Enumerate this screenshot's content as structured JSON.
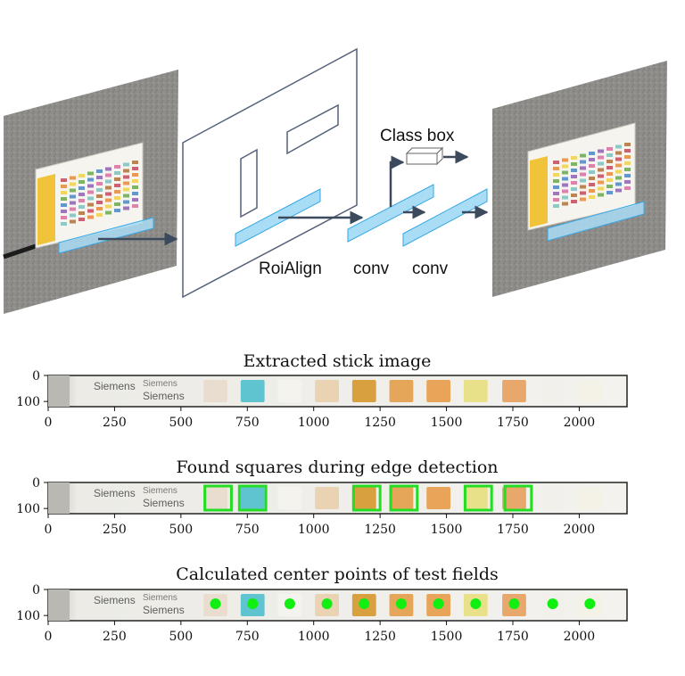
{
  "pipeline": {
    "labels": {
      "roialign": "RoiAlign",
      "conv1": "conv",
      "conv2": "conv",
      "class_box": "Class box"
    },
    "colors": {
      "highlight": "#a9dcf5",
      "highlight_stroke": "#37a8e6",
      "arrow": "#3c4a5e",
      "frame": "#55627a"
    }
  },
  "stick": {
    "brand_text": [
      "Siemens",
      "Siemens"
    ],
    "pad_colors": [
      "#e9ddd0",
      "#5fc4cf",
      "#f5f3ee",
      "#e9d3b2",
      "#d9a040",
      "#e6a65a",
      "#e8a55a",
      "#e9e08a",
      "#e8a86c",
      "#f1f0ea",
      "#f4f2e6"
    ]
  },
  "charts": {
    "x_ticks": [
      "0",
      "250",
      "500",
      "750",
      "1000",
      "1250",
      "1500",
      "1750",
      "2000"
    ],
    "y_ticks": [
      "0",
      "100"
    ]
  },
  "chart_data": [
    {
      "type": "image",
      "title": "Extracted stick image",
      "xlim": [
        0,
        2180
      ],
      "ylim": [
        120,
        0
      ],
      "x_ticks": [
        0,
        250,
        500,
        750,
        1000,
        1250,
        1500,
        1750,
        2000
      ],
      "y_ticks": [
        0,
        100
      ]
    },
    {
      "type": "image",
      "title": "Found squares during edge detection",
      "xlim": [
        0,
        2180
      ],
      "ylim": [
        120,
        0
      ],
      "x_ticks": [
        0,
        250,
        500,
        750,
        1000,
        1250,
        1500,
        1750,
        2000
      ],
      "y_ticks": [
        0,
        100
      ],
      "detected_squares_x": [
        640,
        770,
        1200,
        1340,
        1620,
        1770
      ],
      "box_color": "#22dd22"
    },
    {
      "type": "image",
      "title": "Calculated center points of test fields",
      "xlim": [
        0,
        2180
      ],
      "ylim": [
        120,
        0
      ],
      "x_ticks": [
        0,
        250,
        500,
        750,
        1000,
        1250,
        1500,
        1750,
        2000
      ],
      "y_ticks": [
        0,
        100
      ],
      "center_points": [
        {
          "x": 630,
          "y": 55
        },
        {
          "x": 770,
          "y": 55
        },
        {
          "x": 910,
          "y": 55
        },
        {
          "x": 1050,
          "y": 55
        },
        {
          "x": 1190,
          "y": 55
        },
        {
          "x": 1330,
          "y": 55
        },
        {
          "x": 1470,
          "y": 55
        },
        {
          "x": 1610,
          "y": 55
        },
        {
          "x": 1755,
          "y": 55
        },
        {
          "x": 1900,
          "y": 55
        },
        {
          "x": 2040,
          "y": 55
        }
      ],
      "point_color": "#11ee11"
    }
  ]
}
